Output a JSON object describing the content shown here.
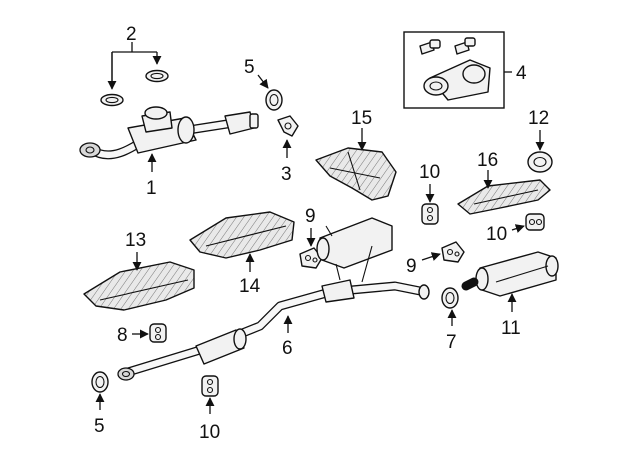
{
  "callouts": {
    "c1": "1",
    "c2": "2",
    "c3": "3",
    "c4": "4",
    "c5_top": "5",
    "c5_bottom": "5",
    "c6": "6",
    "c7": "7",
    "c8": "8",
    "c9_left": "9",
    "c9_right": "9",
    "c10_top": "10",
    "c10_right": "10",
    "c10_bottom": "10",
    "c11": "11",
    "c12": "12",
    "c13": "13",
    "c14": "14",
    "c15": "15",
    "c16": "16"
  },
  "colors": {
    "line": "#111111",
    "part_fill": "#f2f2f2",
    "background": "#ffffff"
  }
}
